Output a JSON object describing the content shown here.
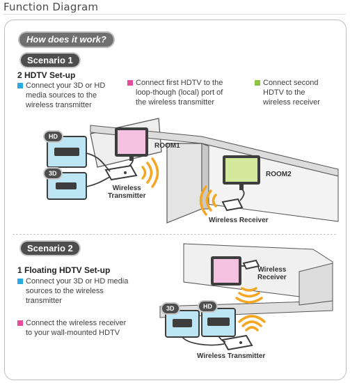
{
  "page_title": "Function Diagram",
  "how_title": "How does it work?",
  "scenario1": {
    "badge": "Scenario 1",
    "setup_title": "2 HDTV Set-up",
    "bullets": [
      {
        "text_lines": [
          "Connect your 3D or HD",
          "media sources to the",
          "wireless transmitter"
        ],
        "color": "#29abe2"
      },
      {
        "text_lines": [
          "Connect first HDTV to the",
          "loop-though (local) port of",
          "the wireless transmitter"
        ],
        "color": "#e84c9b"
      },
      {
        "text_lines": [
          "Connect second",
          "HDTV to the",
          "wireless receiver"
        ],
        "color": "#8cc63f"
      }
    ],
    "labels": {
      "hd": "HD",
      "threed": "3D",
      "room1": "ROOM1",
      "room2": "ROOM2",
      "transmitter_lines": [
        "Wireless",
        "Transmitter"
      ],
      "receiver": "Wireless Receiver"
    }
  },
  "scenario2": {
    "badge": "Scenario 2",
    "setup_title": "1 Floating HDTV Set-up",
    "bullets": [
      {
        "text_lines": [
          "Connect your 3D or HD media",
          "sources to the wireless",
          "transmitter"
        ],
        "color": "#29abe2"
      },
      {
        "text_lines": [
          "Connect the wireless receiver",
          "to your wall-mounted HDTV"
        ],
        "color": "#e84c9b"
      }
    ],
    "labels": {
      "threed": "3D",
      "hd": "HD",
      "receiver_lines": [
        "Wireless",
        "Receiver"
      ],
      "transmitter": "Wireless Transmitter"
    }
  },
  "colors": {
    "blue_box": "#bde6f4",
    "pink_tv": "#f4c2e0",
    "green_tv": "#d3ea9c",
    "wave": "#f5a623",
    "wall": "#e9e9e9",
    "device": "#3d3d3d"
  }
}
